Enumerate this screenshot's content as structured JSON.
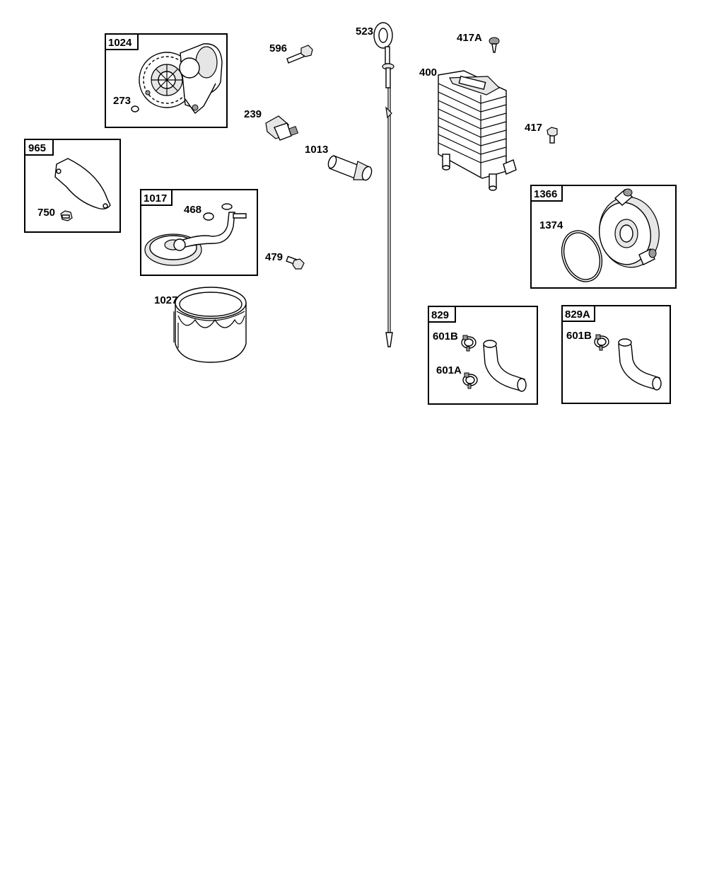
{
  "diagram": {
    "boxes": {
      "b1024": "1024",
      "b965": "965",
      "b1017": "1017",
      "b1366": "1366",
      "b829": "829",
      "b829A": "829A"
    },
    "callouts": {
      "c273": "273",
      "c750": "750",
      "c468": "468",
      "c479": "479",
      "c1027": "1027",
      "c596": "596",
      "c239": "239",
      "c1013": "1013",
      "c523": "523",
      "c417A": "417A",
      "c400": "400",
      "c417": "417",
      "c1374": "1374",
      "c601B_a": "601B",
      "c601A": "601A",
      "c601B_b": "601B"
    }
  }
}
